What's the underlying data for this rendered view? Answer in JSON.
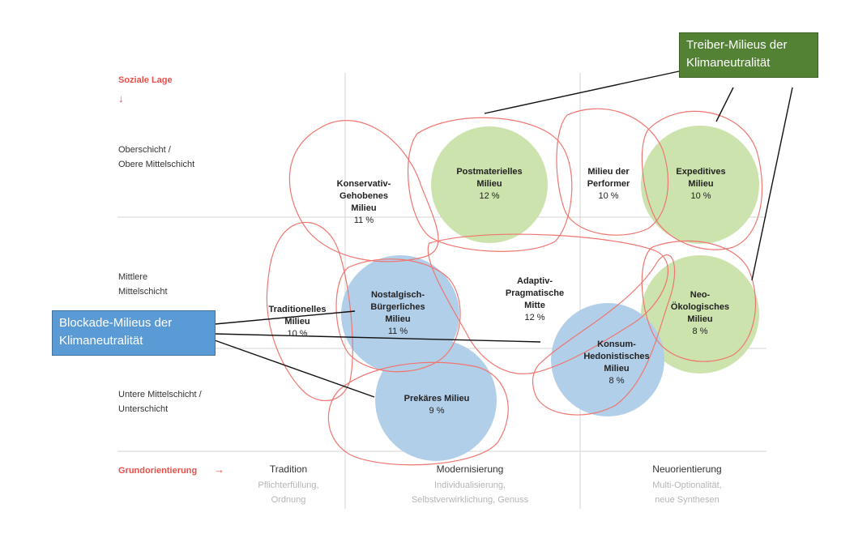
{
  "axis": {
    "y_title": "Soziale Lage",
    "y_arrow": "↓",
    "x_title": "Grundorientierung",
    "x_arrow": "→"
  },
  "rows": [
    {
      "line1": "Oberschicht /",
      "line2": "Obere Mittelschicht"
    },
    {
      "line1": "Mittlere",
      "line2": "Mittelschicht"
    },
    {
      "line1": "Untere Mittelschicht /",
      "line2": "Unterschicht"
    }
  ],
  "columns": [
    {
      "title": "Tradition",
      "sub1": "Pflichterfüllung,",
      "sub2": "Ordnung"
    },
    {
      "title": "Modernisierung",
      "sub1": "Individualisierung,",
      "sub2": "Selbstverwirklichung, Genuss"
    },
    {
      "title": "Neuorientierung",
      "sub1": "Multi-Optionalität,",
      "sub2": "neue Synthesen"
    }
  ],
  "milieus": {
    "konservativ": {
      "l1": "Konservativ-",
      "l2": "Gehobenes",
      "l3": "Milieu",
      "pct": "11 %"
    },
    "postmateriell": {
      "l1": "Postmaterielles",
      "l2": "Milieu",
      "pct": "12 %"
    },
    "performer": {
      "l1": "Milieu der",
      "l2": "Performer",
      "pct": "10 %"
    },
    "expeditiv": {
      "l1": "Expeditives",
      "l2": "Milieu",
      "pct": "10 %"
    },
    "traditionell": {
      "l1": "Traditionelles",
      "l2": "Milieu",
      "pct": "10 %"
    },
    "nostalgisch": {
      "l1": "Nostalgisch-",
      "l2": "Bürgerliches",
      "l3": "Milieu",
      "pct": "11 %"
    },
    "adaptiv": {
      "l1": "Adaptiv-",
      "l2": "Pragmatische",
      "l3": "Mitte",
      "pct": "12 %"
    },
    "neooeko": {
      "l1": "Neo-",
      "l2": "Ökologisches",
      "l3": "Milieu",
      "pct": "8 %"
    },
    "konsum": {
      "l1": "Konsum-",
      "l2": "Hedonistisches",
      "l3": "Milieu",
      "pct": "8 %"
    },
    "prekaer": {
      "l1": "Prekäres Milieu",
      "pct": "9 %"
    }
  },
  "callouts": {
    "treiber": {
      "line1": "Treiber-Milieus der",
      "line2": "Klimaneutralität"
    },
    "blockade": {
      "line1": "Blockade-Milieus der",
      "line2": "Klimaneutralität"
    }
  },
  "colors": {
    "accent_red": "#e8504a",
    "green_fill": "#c9e2a6",
    "blue_fill": "#a9c8e8",
    "treiber_box": "#548235",
    "blockade_box": "#5b9bd5"
  }
}
